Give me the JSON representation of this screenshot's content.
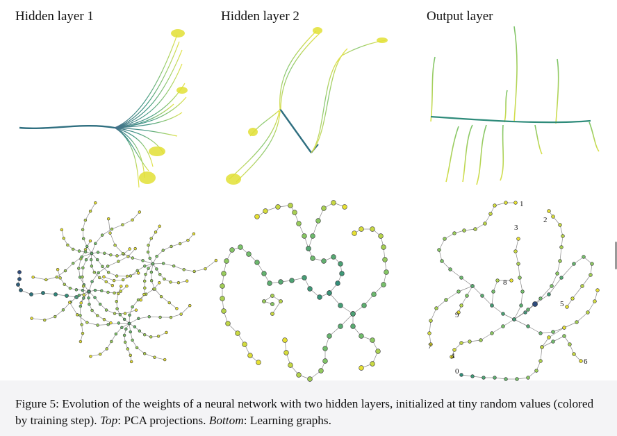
{
  "figure": {
    "panel_titles": [
      "Hidden layer 1",
      "Hidden layer 2",
      "Output layer"
    ],
    "node_labels": [
      "1",
      "2",
      "3",
      "4",
      "5",
      "6",
      "7",
      "8",
      "9",
      "0"
    ],
    "colors": {
      "early": "#2f4b7c",
      "mid": "#2e8b7a",
      "late_green": "#7cc36a",
      "final": "#e6e033",
      "edge": "#888888"
    }
  },
  "caption": {
    "label": "Figure 5:",
    "text_1": " Evolution of the weights of a neural network with two hidden layers, initialized at tiny random values (colored by training step). ",
    "top_label": "Top",
    "text_2": ": PCA projections. ",
    "bottom_label": "Bottom",
    "text_3": ": Learning graphs."
  }
}
